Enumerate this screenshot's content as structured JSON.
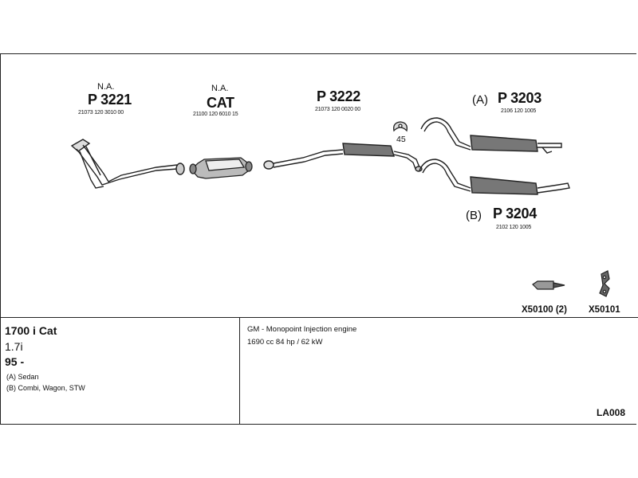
{
  "parts": {
    "p3221": {
      "label_top": "N.A.",
      "part": "P 3221",
      "code": "21073 120 3010 00"
    },
    "cat": {
      "label_top": "N.A.",
      "part": "CAT",
      "code": "21100 120 6010 15"
    },
    "p3222": {
      "part": "P 3222",
      "code": "21073 120 0020 00"
    },
    "clamp": {
      "label": "45"
    },
    "p3203": {
      "variant": "(A)",
      "part": "P 3203",
      "code": "2106 120 1005"
    },
    "p3204": {
      "variant": "(B)",
      "part": "P 3204",
      "code": "2102 120 1005"
    }
  },
  "accessories": {
    "x50100": {
      "label": "X50100 (2)",
      "icon": "bolt-icon"
    },
    "x50101": {
      "label": "X50101",
      "icon": "rubber-mount-icon"
    }
  },
  "vehicle": {
    "model": "1700 i Cat",
    "engine": "1.7i",
    "year": "95 -",
    "body_a": "(A) Sedan",
    "body_b": "(B) Combi, Wagon, STW"
  },
  "engine_info": {
    "line1": "GM - Monopoint Injection engine",
    "line2": "1690 cc 84 hp / 62 kW"
  },
  "reference": "LA008"
}
